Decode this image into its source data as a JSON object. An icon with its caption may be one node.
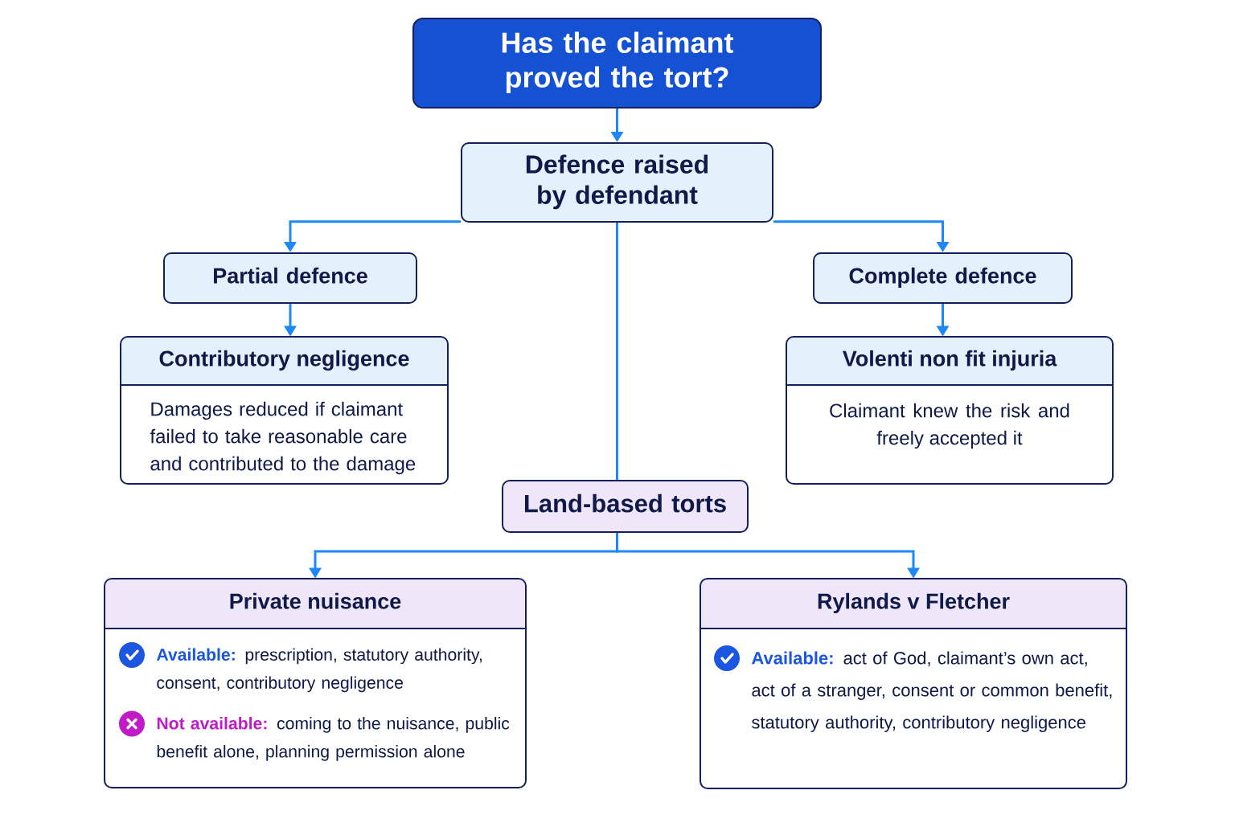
{
  "diagram": {
    "nodes": [
      {
        "text": [
          "Has the claimant proved the tort?"
        ]
      },
      {
        "text": [
          "Defence raised by defendant"
        ]
      },
      {
        "text": [
          "Partial defence"
        ]
      },
      {
        "text": [
          "Complete defence"
        ]
      },
      {
        "text": [
          "Contributory negligence",
          "Damages reduced if claimant failed to take reasonable care and contributed to the damage"
        ]
      },
      {
        "text": [
          "Volenti non fit injuria",
          "Claimant knew the risk and freely accepted it"
        ]
      },
      {
        "text": [
          "Land-based torts"
        ]
      },
      {
        "text": [
          "Private nuisance",
          "**Available:** prescription, statutory authority, consent, contributory negligence",
          "**Not available:** coming to the nuisance, public benefit alone, planning permission alone"
        ]
      },
      {
        "text": [
          "Rylands v Fletcher",
          "**Available:** act of God, claimant’s own act, act of a stranger, consent or common benefit, statutory authority, contributory negligence"
        ]
      }
    ],
    "edges": [
      {
        "from": 0,
        "to": 1,
        "arrow": "to"
      },
      {
        "from": 1,
        "to": 2,
        "arrow": "to"
      },
      {
        "from": 1,
        "to": 3,
        "arrow": "to"
      },
      {
        "from": 2,
        "to": 4,
        "arrow": "to"
      },
      {
        "from": 3,
        "to": 5,
        "arrow": "to"
      },
      {
        "from": 1,
        "to": 6,
        "arrow": "none"
      },
      {
        "from": 6,
        "to": 7,
        "arrow": "to"
      },
      {
        "from": 6,
        "to": 8,
        "arrow": "to"
      }
    ]
  }
}
